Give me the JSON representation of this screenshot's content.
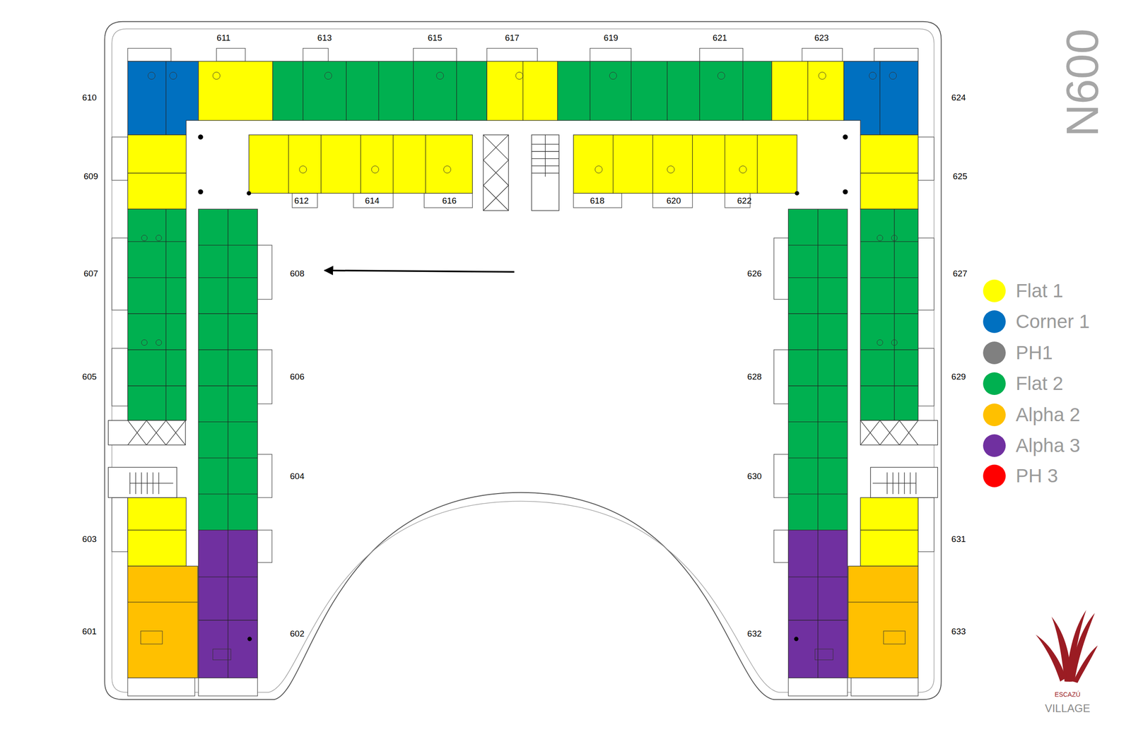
{
  "diagram": {
    "title": "N600",
    "labels": [
      "611",
      "613",
      "615",
      "617",
      "619",
      "621",
      "623",
      "610",
      "624",
      "612",
      "614",
      "616",
      "618",
      "620",
      "622",
      "609",
      "625",
      "607",
      "608",
      "626",
      "627",
      "605",
      "606",
      "628",
      "629",
      "604",
      "630",
      "603",
      "631",
      "601",
      "602",
      "632",
      "633",
      "ESCAZÚ",
      "VILLAGE"
    ],
    "legend": [
      {
        "text": "Flat 1",
        "color": "#ffff00"
      },
      {
        "text": "Corner 1",
        "color": "#0070c0"
      },
      {
        "text": "PH1",
        "color": "#808080"
      },
      {
        "text": "Flat 2",
        "color": "#00b050"
      },
      {
        "text": "Alpha 2",
        "color": "#ffc000"
      },
      {
        "text": "Alpha 3",
        "color": "#7030a0"
      },
      {
        "text": "PH 3",
        "color": "#ff0000"
      }
    ]
  }
}
